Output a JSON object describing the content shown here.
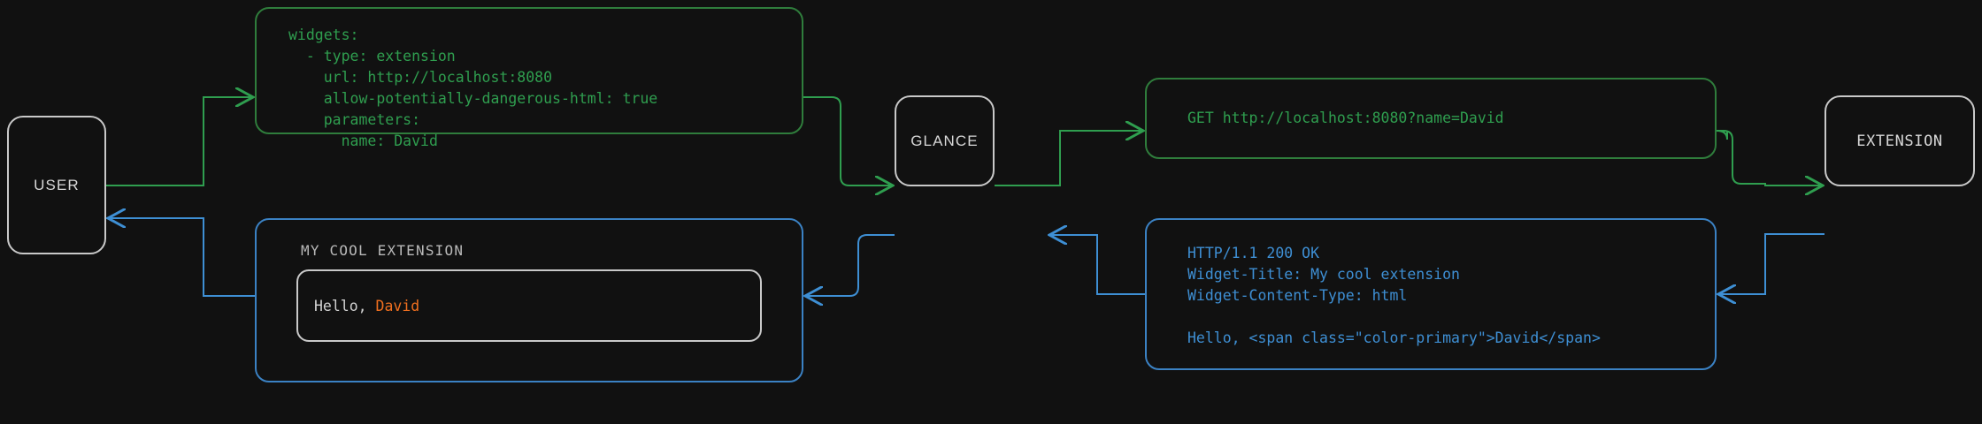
{
  "theme": {
    "background": "#111111",
    "node_border": "#c9c9c9",
    "node_text": "#d8d8d8",
    "request_color": "#2f9e4f",
    "request_border": "#2f7d3c",
    "response_color": "#3e8fd4",
    "response_border": "#3b82c4",
    "accent_color": "#ef6f1f"
  },
  "nodes": {
    "user": {
      "label": "USER"
    },
    "glance": {
      "label": "GLANCE"
    },
    "extension": {
      "label": "EXTENSION"
    }
  },
  "panels": {
    "config": {
      "kind": "request",
      "text": "widgets:\n  - type: extension\n    url: http://localhost:8080\n    allow-potentially-dangerous-html: true\n    parameters:\n      name: David"
    },
    "request": {
      "kind": "request",
      "text": "GET http://localhost:8080?name=David"
    },
    "response": {
      "kind": "response",
      "text": "HTTP/1.1 200 OK\nWidget-Title: My cool extension\nWidget-Content-Type: html\n\nHello, <span class=\"color-primary\">David</span>"
    },
    "widget_preview": {
      "kind": "response",
      "title": "MY COOL EXTENSION",
      "greeting": "Hello, ",
      "name": "David"
    }
  },
  "edges": [
    {
      "name": "user-to-config",
      "kind": "request",
      "from": "user",
      "to": "config"
    },
    {
      "name": "config-to-glance",
      "kind": "request",
      "from": "config",
      "to": "glance"
    },
    {
      "name": "glance-to-request",
      "kind": "request",
      "from": "glance",
      "to": "request"
    },
    {
      "name": "request-to-extension",
      "kind": "request",
      "from": "request",
      "to": "extension"
    },
    {
      "name": "extension-to-response",
      "kind": "response",
      "from": "extension",
      "to": "response"
    },
    {
      "name": "response-to-glance",
      "kind": "response",
      "from": "response",
      "to": "glance"
    },
    {
      "name": "glance-to-widget",
      "kind": "response",
      "from": "glance",
      "to": "widget_preview"
    },
    {
      "name": "widget-to-user",
      "kind": "response",
      "from": "widget_preview",
      "to": "user"
    }
  ]
}
